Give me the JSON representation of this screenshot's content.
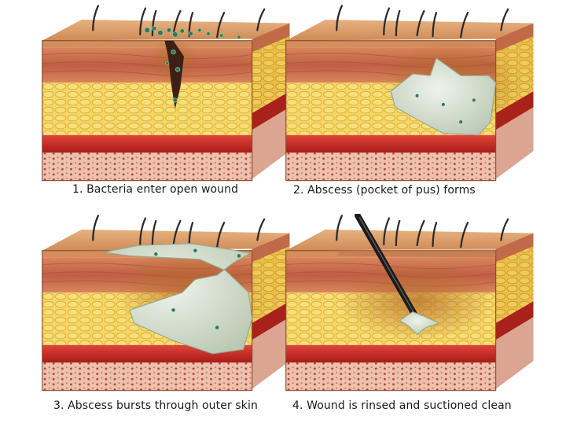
{
  "panels": [
    {
      "caption": "1. Bacteria enter open wound"
    },
    {
      "caption": "2. Abscess (pocket of pus) forms"
    },
    {
      "caption": "3. Abscess bursts through outer skin"
    },
    {
      "caption": "4. Wound is rinsed and suctioned clean"
    }
  ],
  "colors": {
    "skin_top": "#d99a68",
    "dermis": "#c9714f",
    "fat": "#f2d25a",
    "blood_layer": "#c8281f",
    "base": "#e8b7a4",
    "pus": "#d7e3d2",
    "bacteria": "#2f7a5a",
    "instrument": "#1b1b1b"
  }
}
